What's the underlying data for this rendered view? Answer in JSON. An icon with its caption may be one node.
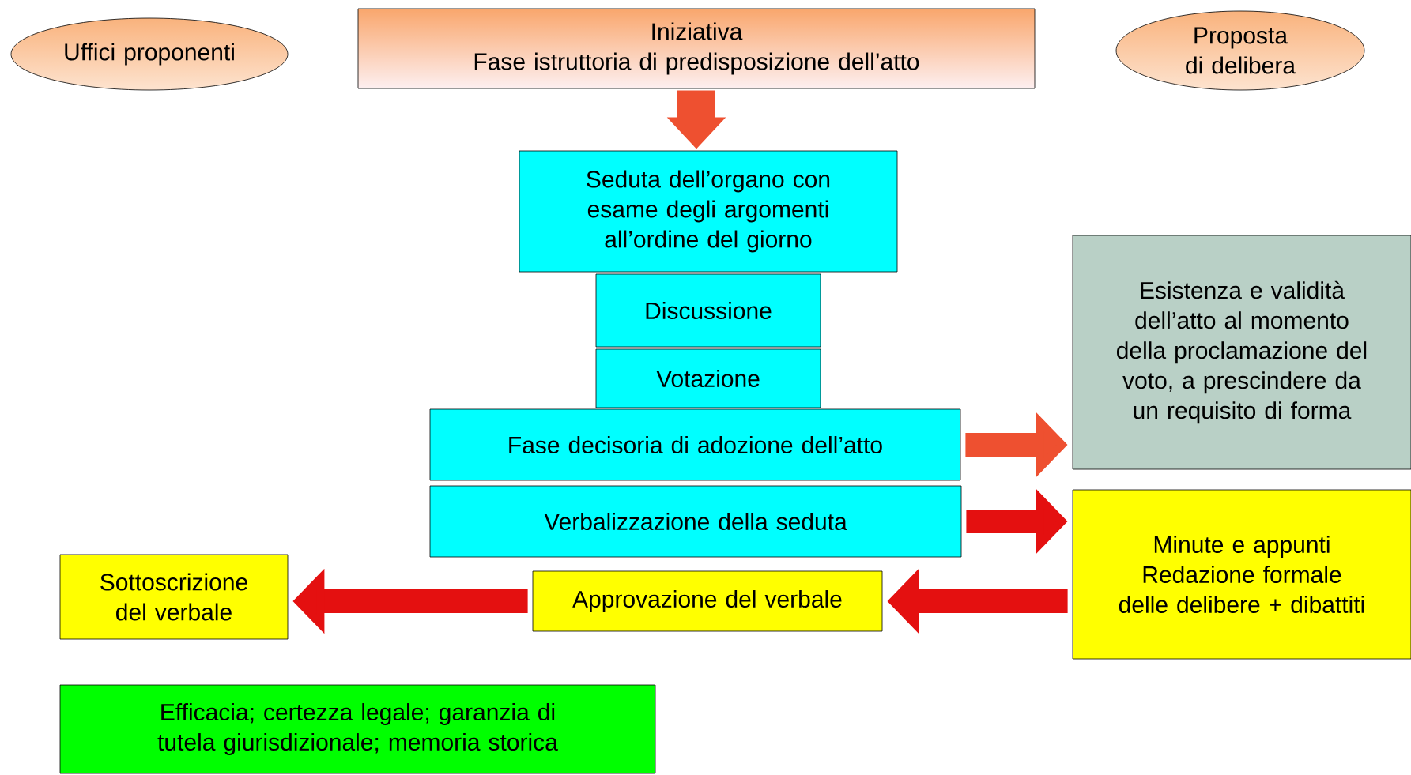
{
  "diagram": {
    "nodes": [
      {
        "text": [
          "Uffici proponenti"
        ]
      },
      {
        "text": [
          "Iniziativa",
          "Fase istruttoria di predisposizione dell’atto"
        ]
      },
      {
        "text": [
          "Proposta di delibera"
        ]
      },
      {
        "text": [
          "Seduta dell’organo con esame degli argomenti all’ordine del giorno"
        ]
      },
      {
        "text": [
          "Discussione"
        ]
      },
      {
        "text": [
          "Votazione"
        ]
      },
      {
        "text": [
          "Fase decisoria di adozione dell’atto"
        ]
      },
      {
        "text": [
          "Verbalizzazione della seduta"
        ]
      },
      {
        "text": [
          "Esistenza e validità dell’atto al momento della proclamazione del voto, a prescindere da un requisito di forma"
        ]
      },
      {
        "text": [
          "Minute e appunti Redazione formale delle delibere + dibattiti"
        ]
      },
      {
        "text": [
          "Approvazione del verbale"
        ]
      },
      {
        "text": [
          "Sottoscrizione del verbale"
        ]
      },
      {
        "text": [
          "Efficacia; certezza legale; garanzia di tutela giurisdizionale; memoria storica"
        ]
      }
    ],
    "edges": [
      {
        "from": 1,
        "to": 3,
        "arrow": "to",
        "color": "#ee5030"
      },
      {
        "from": 6,
        "to": 8,
        "arrow": "to",
        "color": "#ee5030"
      },
      {
        "from": 7,
        "to": 9,
        "arrow": "to"
      },
      {
        "from": 9,
        "to": 10,
        "arrow": "to"
      },
      {
        "from": 10,
        "to": 11,
        "arrow": "to"
      }
    ]
  }
}
